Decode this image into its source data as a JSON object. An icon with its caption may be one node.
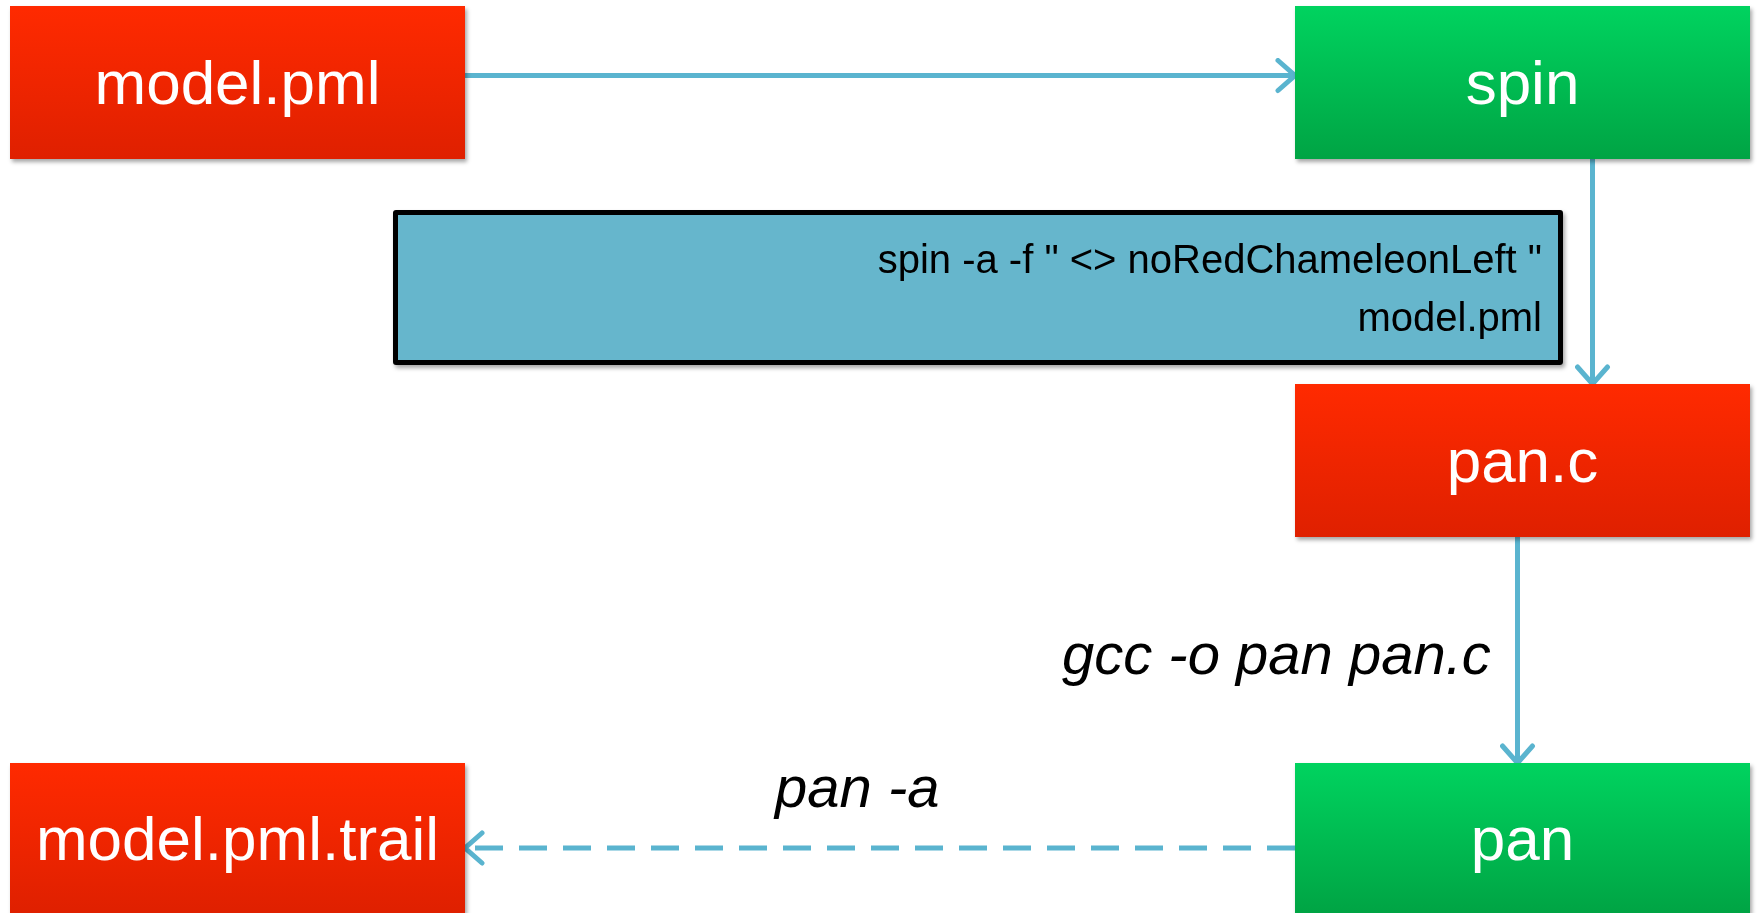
{
  "diagram": {
    "nodes": [
      {
        "text": [
          "model.pml"
        ]
      },
      {
        "text": [
          "spin"
        ]
      },
      {
        "text": [
          "spin -a -f \" <> noRedChameleonLeft \" model.pml"
        ]
      },
      {
        "text": [
          "pan.c"
        ]
      },
      {
        "text": [
          "model.pml.trail"
        ]
      },
      {
        "text": [
          "pan"
        ]
      }
    ],
    "edges": [
      {
        "from": 0,
        "to": 1,
        "arrow": "to"
      },
      {
        "from": 1,
        "to": 3,
        "arrow": "to"
      },
      {
        "from": 3,
        "to": 5,
        "arrow": "to",
        "label": "gcc -o pan pan.c"
      },
      {
        "from": 5,
        "to": 4,
        "arrow": "to",
        "label": "pan -a",
        "style": "dashed"
      }
    ]
  }
}
